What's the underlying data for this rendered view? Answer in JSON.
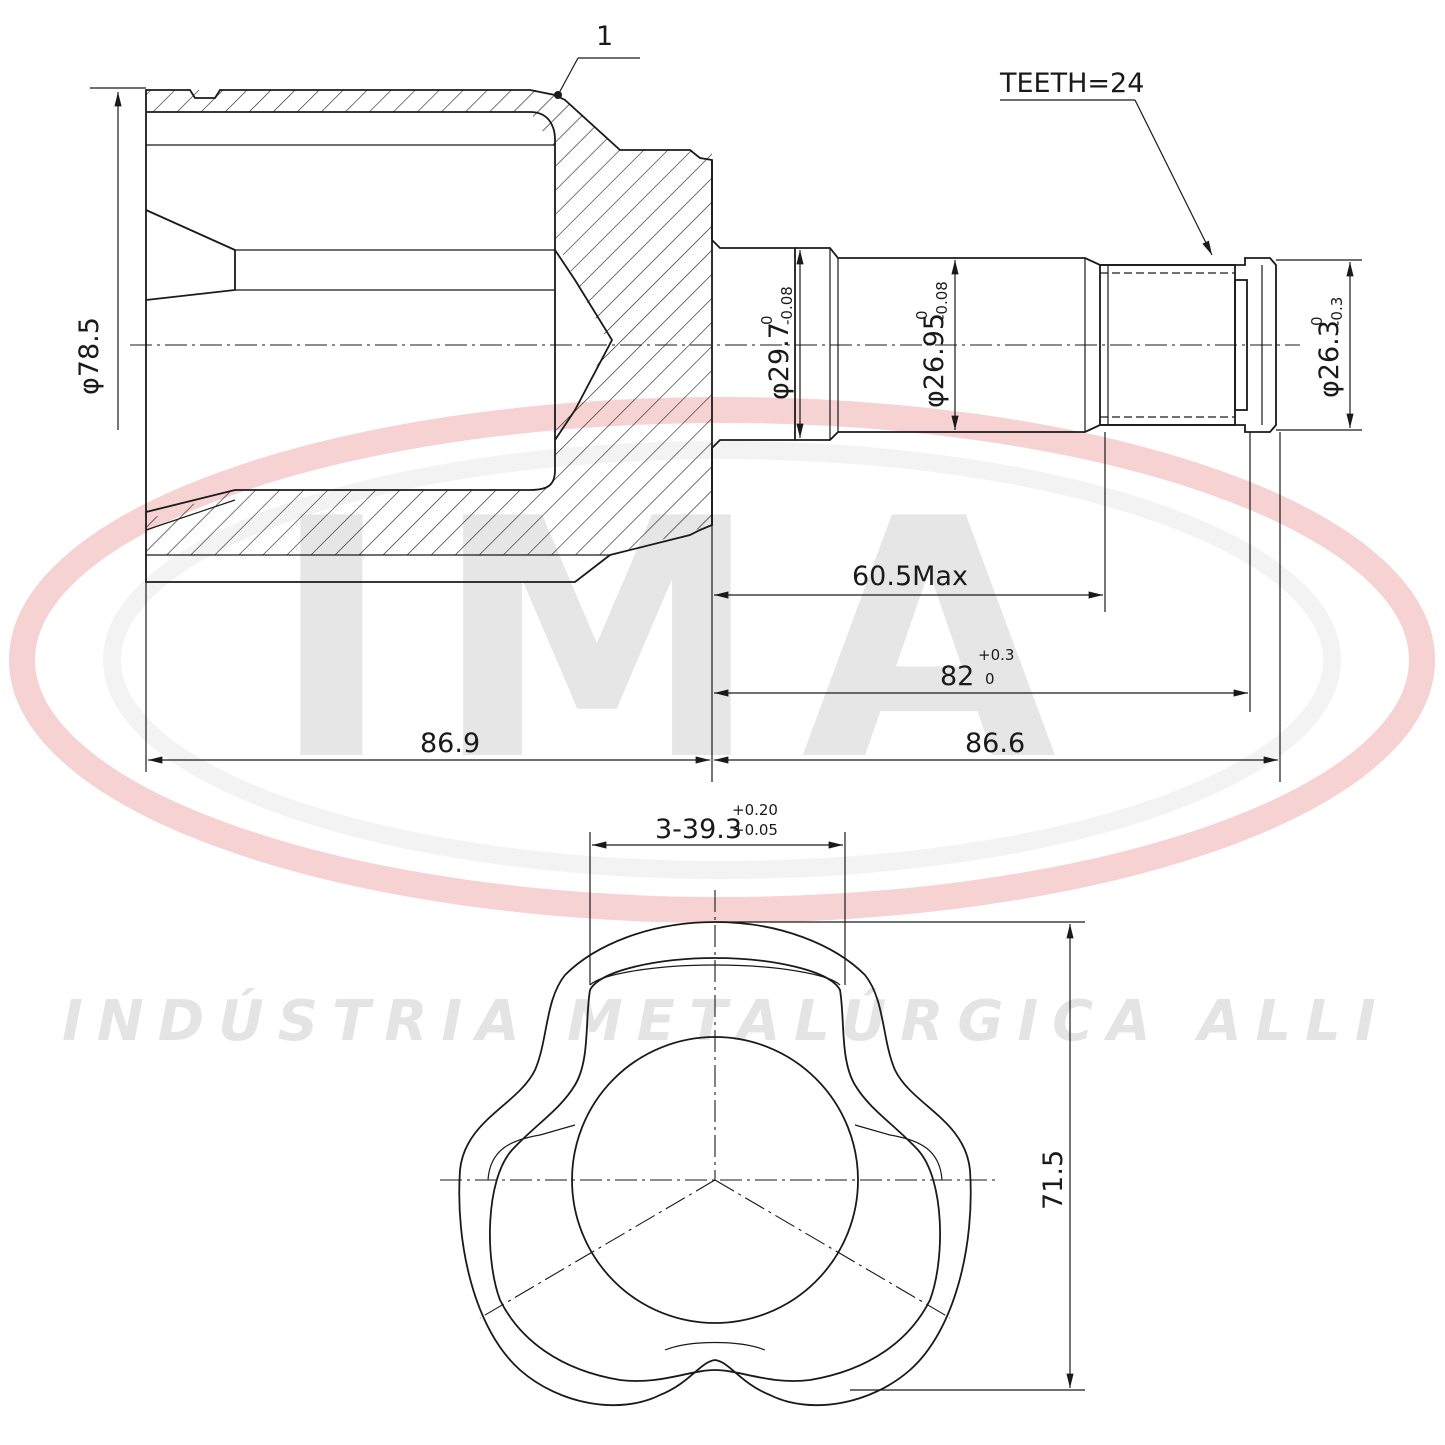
{
  "watermark": {
    "logo_text": "IMA",
    "company_text": "INDÚSTRIA METALÚRGICA ALLI",
    "ring_color": "#f6d2d2",
    "text_color": "#e6e6e6"
  },
  "side_view": {
    "callout_label": "1",
    "teeth_label": "TEETH=24",
    "diameters": {
      "bell": "φ78.5",
      "shaft_1_main": "φ29.7",
      "shaft_1_tol_upper": "0",
      "shaft_1_tol_lower": "-0.08",
      "shaft_2_main": "φ26.95",
      "shaft_2_tol_upper": "0",
      "shaft_2_tol_lower": "-0.08",
      "spline_main": "φ26.3",
      "spline_tol_upper": "0",
      "spline_tol_lower": "-0.3"
    },
    "lengths": {
      "max_length": "60.5Max",
      "mid_main": "82",
      "mid_tol_upper": "+0.3",
      "mid_tol_lower": "0",
      "bell_length": "86.9",
      "shaft_length": "86.6"
    }
  },
  "end_view": {
    "track_main": "3-39.3",
    "track_tol_upper": "+0.20",
    "track_tol_lower": "+0.05",
    "height": "71.5"
  },
  "colors": {
    "line": "#1a1a1a",
    "background": "#ffffff"
  }
}
